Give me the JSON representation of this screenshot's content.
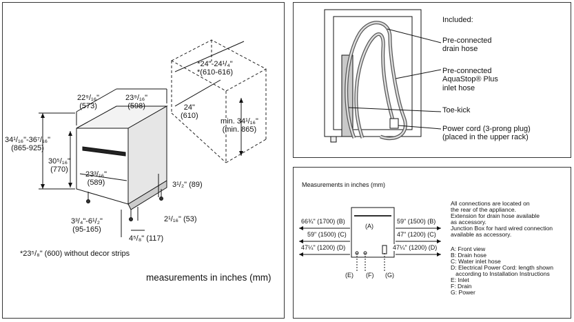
{
  "installation": {
    "dims": {
      "depth_a": "22⁹/₁₆\"",
      "depth_a_mm": "(573)",
      "width_b": "23⁹/₁₆\"",
      "width_b_mm": "(598)",
      "height_range": "34¹/₁₆\"-36⁷/₁₆\"",
      "height_range_mm": "(865-925)",
      "door_height": "30⁵/₁₆\"",
      "door_height_mm": "(770)",
      "front_width": "23³/₁₆\"",
      "front_width_mm": "(589)",
      "niche_width": "*24\"-24¹/₄\"",
      "niche_width_mm": "*(610-616)",
      "niche_depth": "24\"",
      "niche_depth_mm": "(610)",
      "niche_min_height": "min. 34¹/₁₆\"",
      "niche_min_height_mm": "(min. 865)",
      "toe_height": "3¹/₂\" (89)",
      "foot_height": "2¹/₁₆\" (53)",
      "toe_range": "3³/₄\"-6¹/₂\"",
      "toe_range_mm": "(95-165)",
      "toe_setback": "4⁵/₈\" (117)"
    },
    "footnote": "*23⁵/₈\" (600) without decor strips",
    "units_caption": "measurements in inches (mm)"
  },
  "included": {
    "title": "Included:",
    "items": [
      "Pre-connected\ndrain hose",
      "Pre-connected\nAquaStop® Plus\ninlet hose",
      "Toe-kick",
      "Power cord (3-prong plug)\n(placed in the upper rack)"
    ]
  },
  "connections": {
    "title": "Measurements in inches (mm)",
    "label_a": "(A)",
    "left_rows": [
      "66¾\" (1700) (B)",
      "59\" (1500) (C)",
      "47¼\" (1200) (D)"
    ],
    "right_rows": [
      "59\" (1500) (B)",
      "47\" (1200) (C)",
      "47¼\" (1200) (D)"
    ],
    "bottom_labels": [
      "(E)",
      "(F)",
      "(G)"
    ],
    "notes": "All connections are located on\nthe rear of the appliance.\nExtension for drain hose available\nas accessory.\nJunction Box for hard wired connection\navailable as accessory.",
    "legend": [
      {
        "key": "A",
        "text": ": Front view"
      },
      {
        "key": "B",
        "text": ": Drain hose"
      },
      {
        "key": "C",
        "text": ": Water inlet hose"
      },
      {
        "key": "D",
        "text": ": Electrical Power Cord: length shown\n   according to Installation Instructions"
      },
      {
        "key": "E",
        "text": ": Inlet"
      },
      {
        "key": "F",
        "text": ": Drain"
      },
      {
        "key": "G",
        "text": ": Power"
      }
    ]
  }
}
